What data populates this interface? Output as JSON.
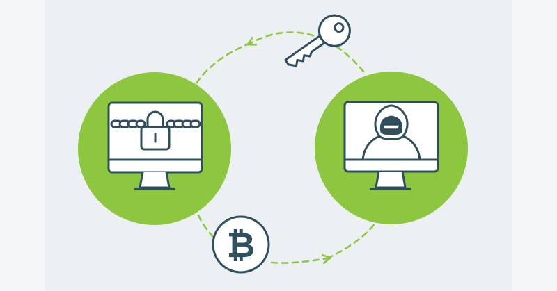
{
  "diagram": {
    "colors": {
      "background": "#edf0f2",
      "side_band": "#f4f6f7",
      "accent_green": "#8dc63f",
      "arrow_green": "#8dc63f",
      "outline": "#2f4f5e",
      "fill_white": "#ffffff"
    },
    "nodes": [
      {
        "name": "locked-computer",
        "icon": "monitor-with-padlock-and-chains-icon"
      },
      {
        "name": "attacker-computer",
        "icon": "monitor-with-hooded-hacker-icon"
      },
      {
        "name": "decryption-key",
        "icon": "key-icon"
      },
      {
        "name": "bitcoin-payment",
        "icon": "bitcoin-icon"
      }
    ],
    "flows": [
      {
        "from": "attacker-computer",
        "to": "locked-computer",
        "via": "decryption-key"
      },
      {
        "from": "locked-computer",
        "to": "attacker-computer",
        "via": "bitcoin-payment"
      }
    ]
  }
}
